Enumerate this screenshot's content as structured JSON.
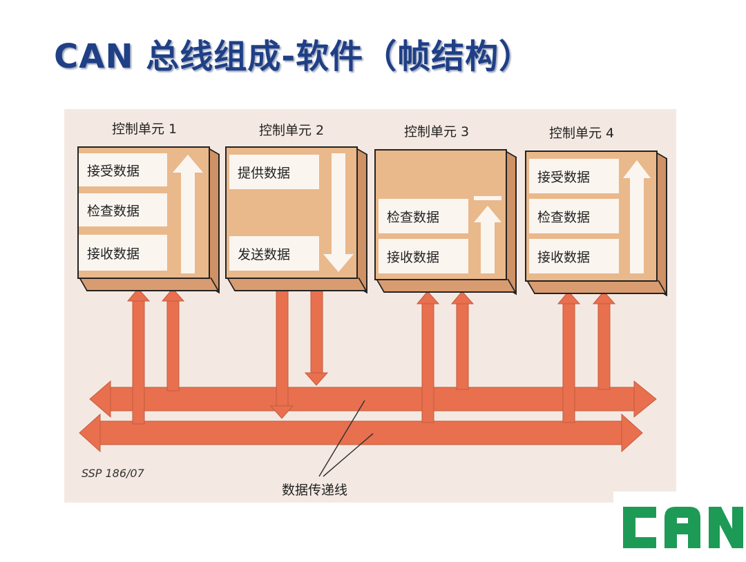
{
  "title": "CAN 总线组成-软件（帧结构）",
  "units": [
    {
      "label": "控制单元 1",
      "cells": [
        "接受数据",
        "检查数据",
        "接收数据"
      ],
      "arrow": "up"
    },
    {
      "label": "控制单元 2",
      "cells": [
        "提供数据",
        "发送数据"
      ],
      "arrow": "down"
    },
    {
      "label": "控制单元 3",
      "cells": [
        "检查数据",
        "接收数据"
      ],
      "arrow": "up"
    },
    {
      "label": "控制单元 4",
      "cells": [
        "接受数据",
        "检查数据",
        "接收数据"
      ],
      "arrow": "up"
    }
  ],
  "figure_code": "SSP 186/07",
  "bus_label": "数据传递线",
  "logo_text": "CAN",
  "colors": {
    "title": "#1f3f86",
    "bus": "#e8704f",
    "box": "#e9b88b",
    "logo": "#1e9a57"
  }
}
